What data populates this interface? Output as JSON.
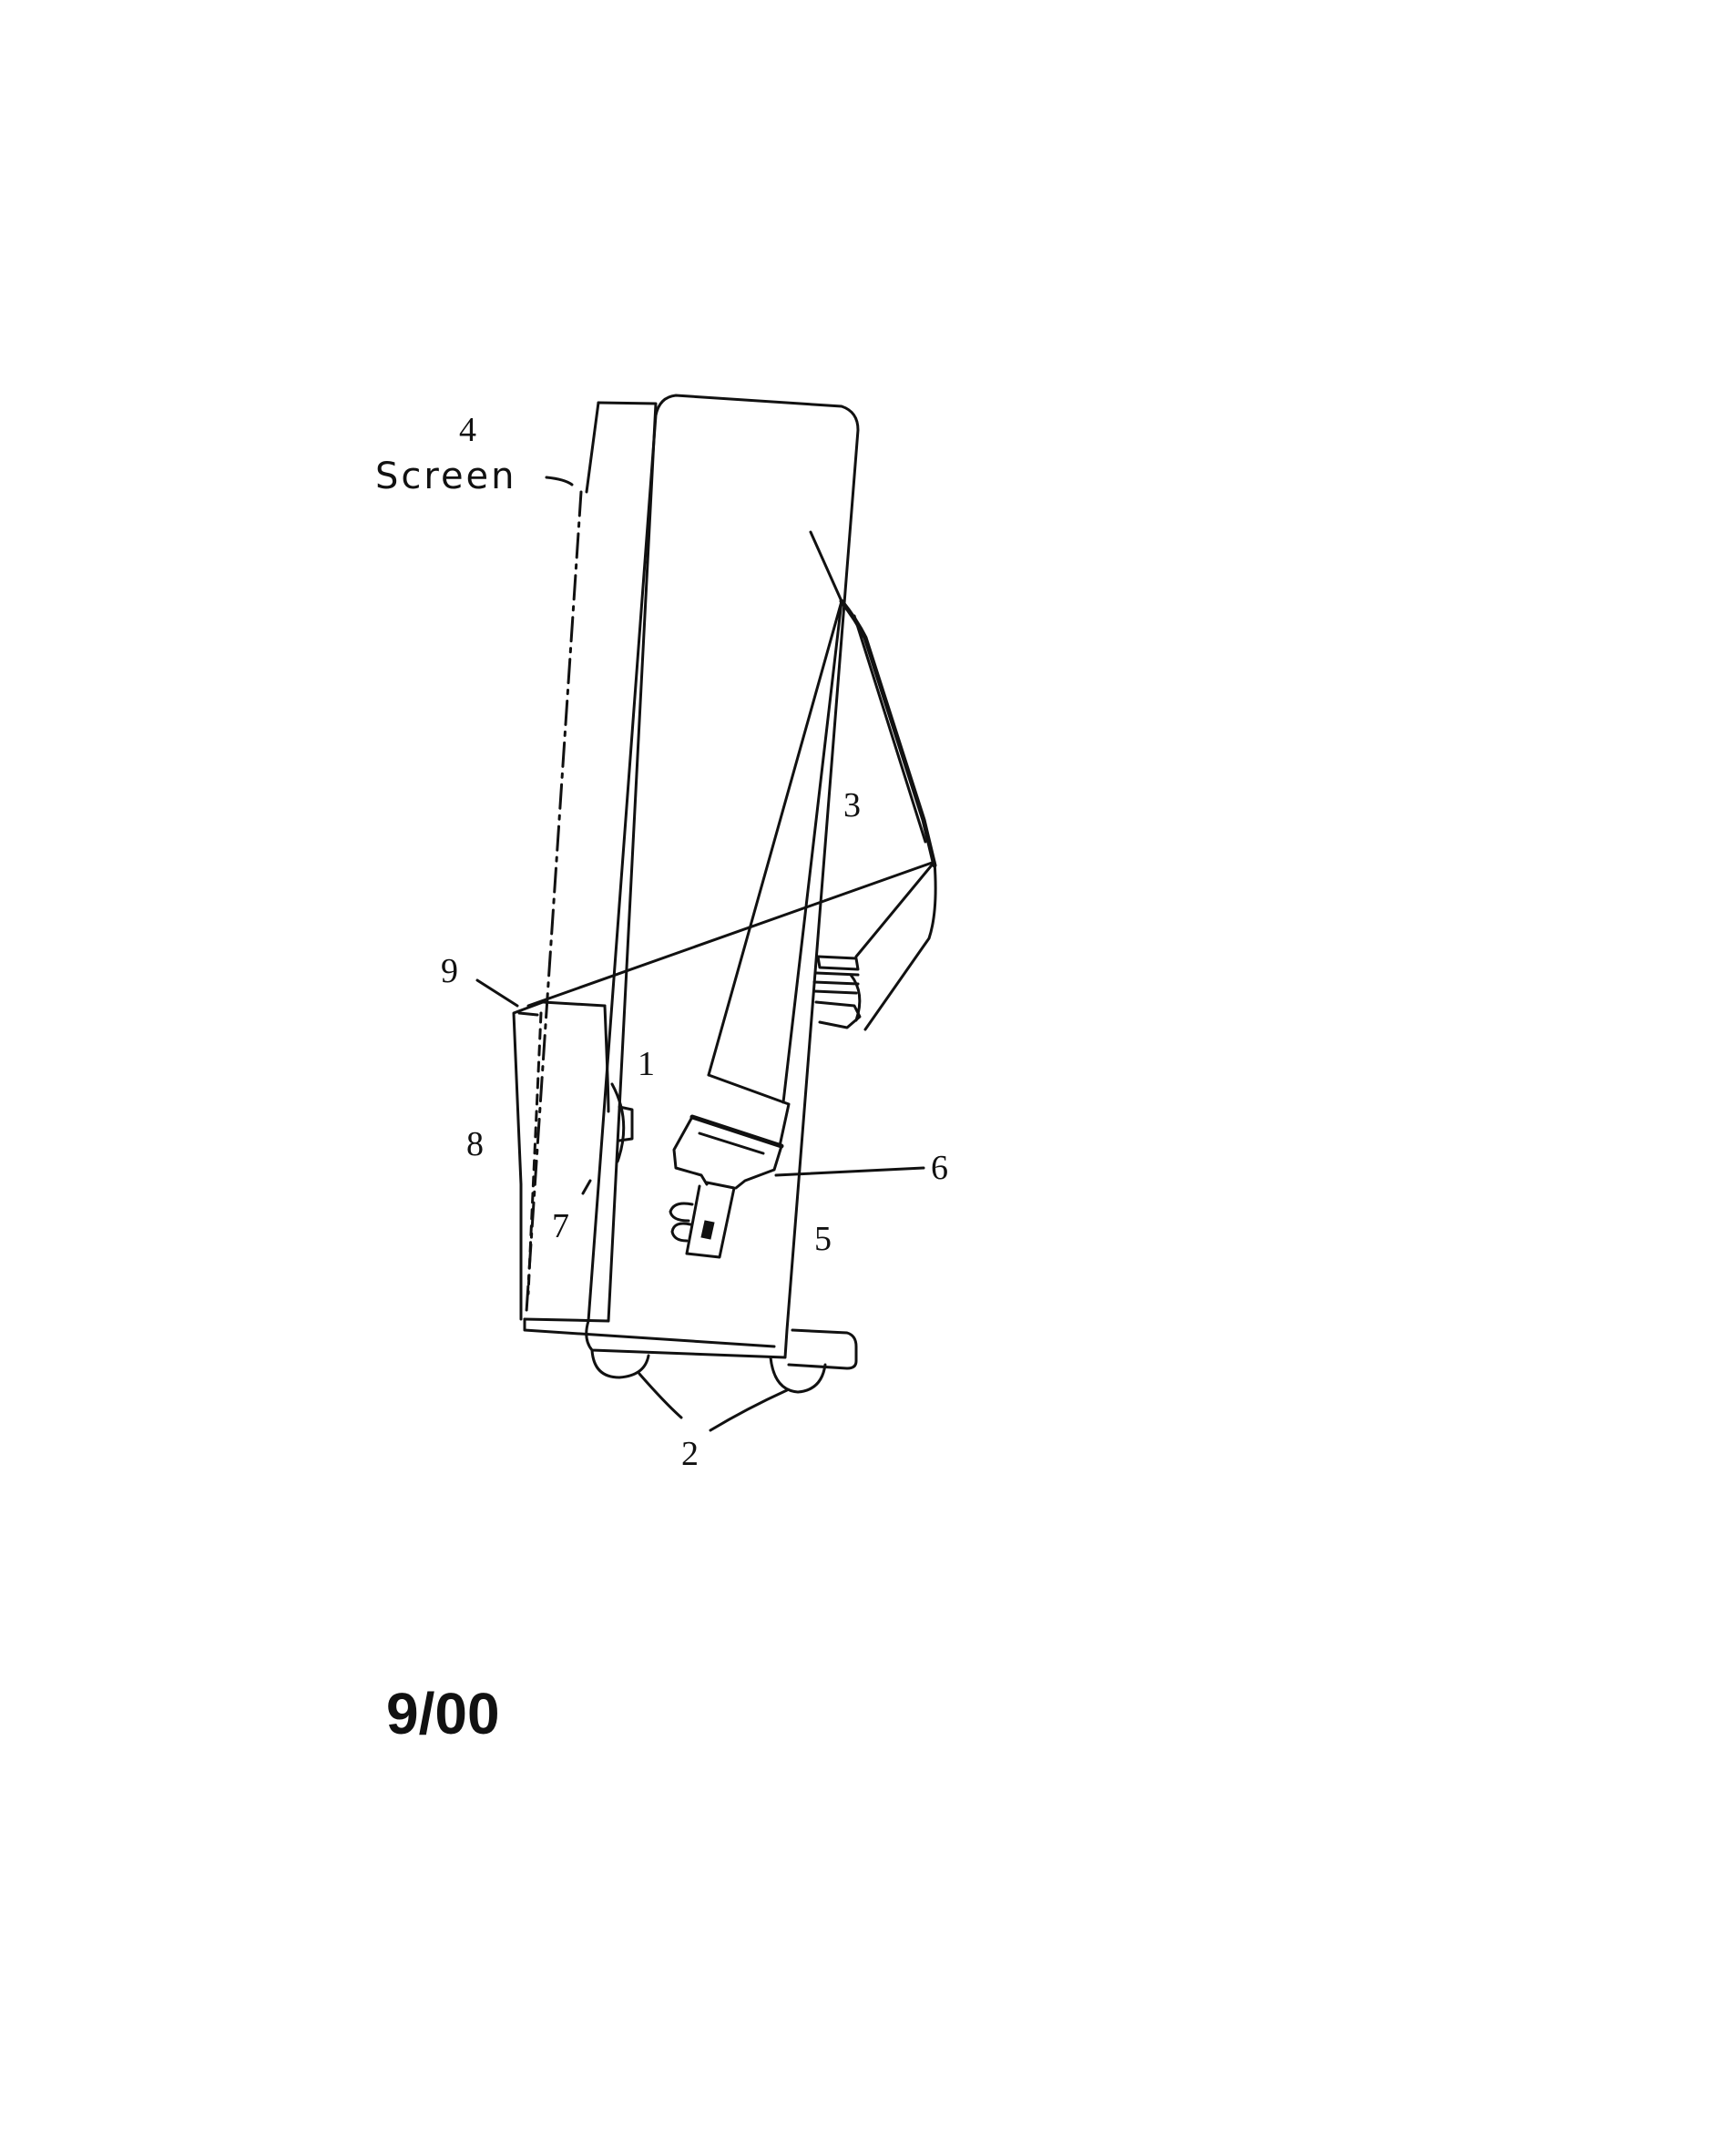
{
  "labels": {
    "screen_number": "4",
    "screen_word": "Screen",
    "ref_1": "1",
    "ref_2": "2",
    "ref_3": "3",
    "ref_5": "5",
    "ref_6": "6",
    "ref_7": "7",
    "ref_8": "8",
    "ref_9": "9"
  },
  "sheet": {
    "label": "9/00"
  }
}
